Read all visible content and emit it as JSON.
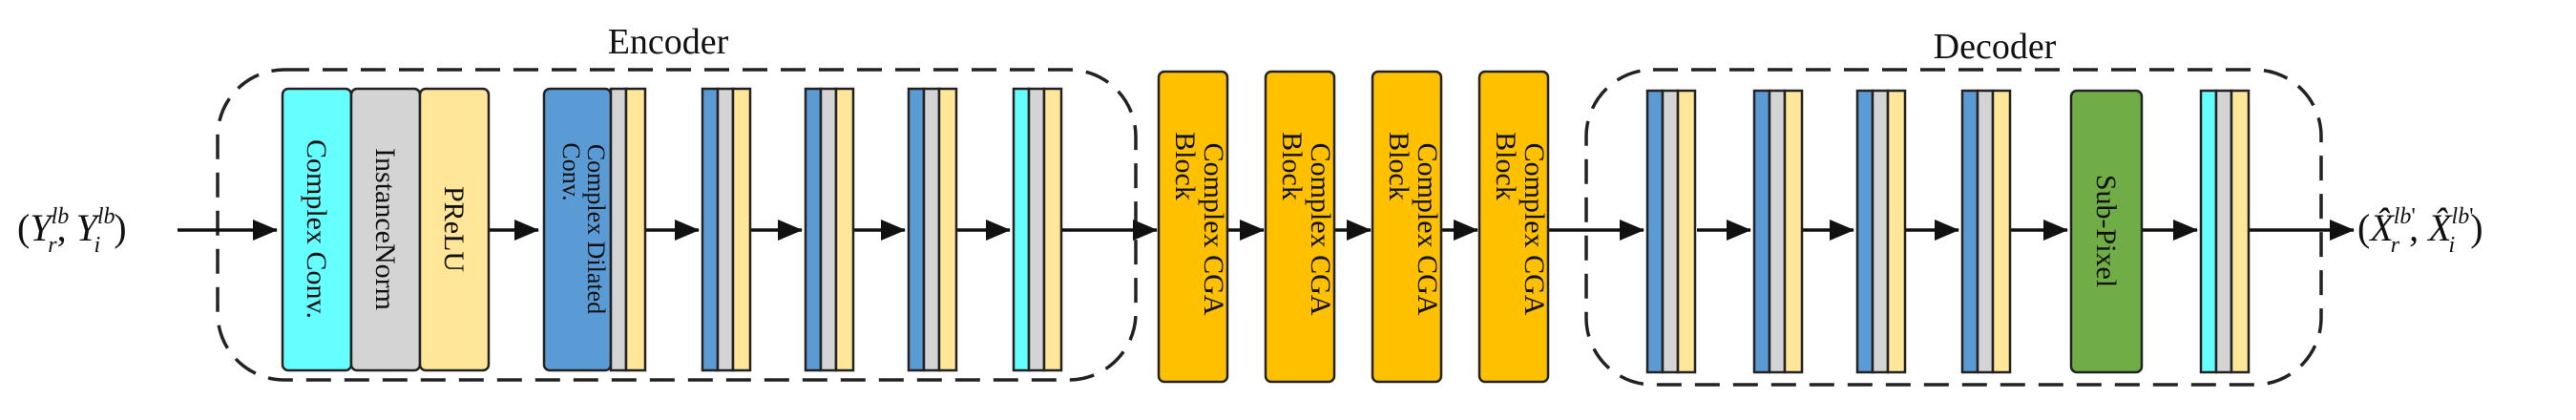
{
  "encoder": {
    "title": "Encoder"
  },
  "decoder": {
    "title": "Decoder"
  },
  "input": {
    "label": "(Y_r^lb, Y_i^lb)"
  },
  "output": {
    "label": "(X̂_r^lb', X̂_i^lb')"
  },
  "blocks": {
    "complex_conv": "Complex Conv.",
    "instance_norm": "InstanceNorm",
    "prelu": "PReLU",
    "dilated_conv_line1": "Complex Dilated",
    "dilated_conv_line2": "Conv.",
    "cga_line1": "Complex CGA",
    "cga_line2": "Block",
    "sub_pixel": "Sub-Pixel"
  },
  "colors": {
    "cyan": "#66ffff",
    "gray": "#d4d4d4",
    "cream": "#ffe699",
    "blue": "#5b9bd5",
    "orange": "#ffc000",
    "green": "#70ad47",
    "stroke": "#222222"
  }
}
